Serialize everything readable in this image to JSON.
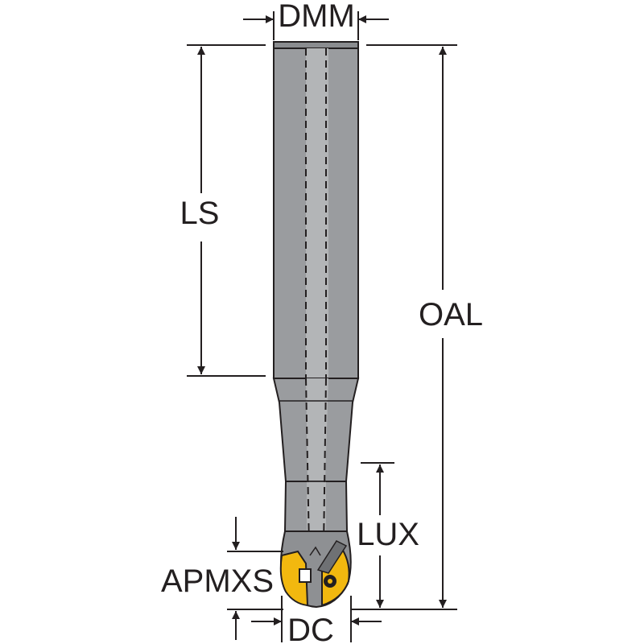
{
  "labels": {
    "dmm": "DMM",
    "ls": "LS",
    "oal": "OAL",
    "lux": "LUX",
    "apmxs": "APMXS",
    "dc": "DC"
  },
  "colors": {
    "line": "#231f20",
    "shank": "#9a9c9f",
    "shank_light": "#b3b5b7",
    "shank_dark": "#85878a",
    "insert_gold": "#f2b80f",
    "insert_gold_dark": "#c8930a",
    "insert_gray": "#8e9093"
  }
}
